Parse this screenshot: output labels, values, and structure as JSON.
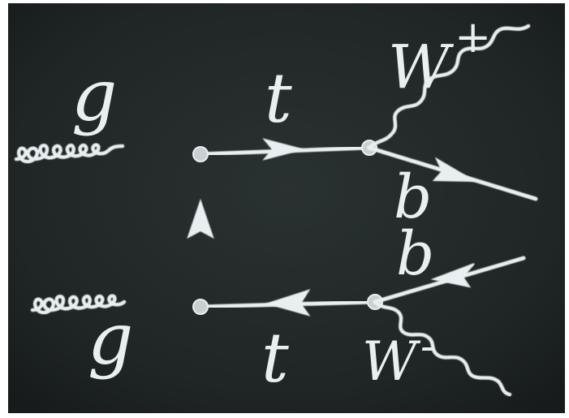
{
  "diagram": {
    "colors": {
      "border": "#ffffff",
      "blackboard": "#1f2424",
      "chalk": "#e9eef0"
    },
    "labels": {
      "gluon_top": "g",
      "gluon_bottom": "g",
      "top_quark": "t",
      "anti_top_quark": "t",
      "w_plus_base": "W",
      "w_plus_sign": "+",
      "w_minus_base": "W",
      "w_minus_sign": "-",
      "b_quark": "b",
      "anti_b_quark": "b"
    }
  }
}
